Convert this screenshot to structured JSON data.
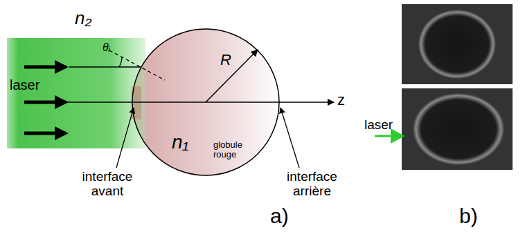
{
  "diagram": {
    "nodes": [
      {
        "text": [
          "R",
          "n₁",
          "globule rouge"
        ]
      }
    ],
    "labels": [
      "n₂",
      "θᵢ",
      "laser",
      "z",
      "interface avant",
      "interface arrière",
      "a)",
      "b)",
      "laser"
    ]
  }
}
